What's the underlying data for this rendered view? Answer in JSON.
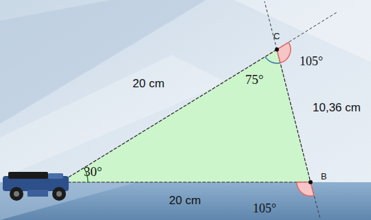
{
  "diagram": {
    "labels": [
      "C",
      "20 cm",
      "75°",
      "105°",
      "10,36 cm",
      "30°",
      "B",
      "20 cm",
      "105°"
    ]
  }
}
